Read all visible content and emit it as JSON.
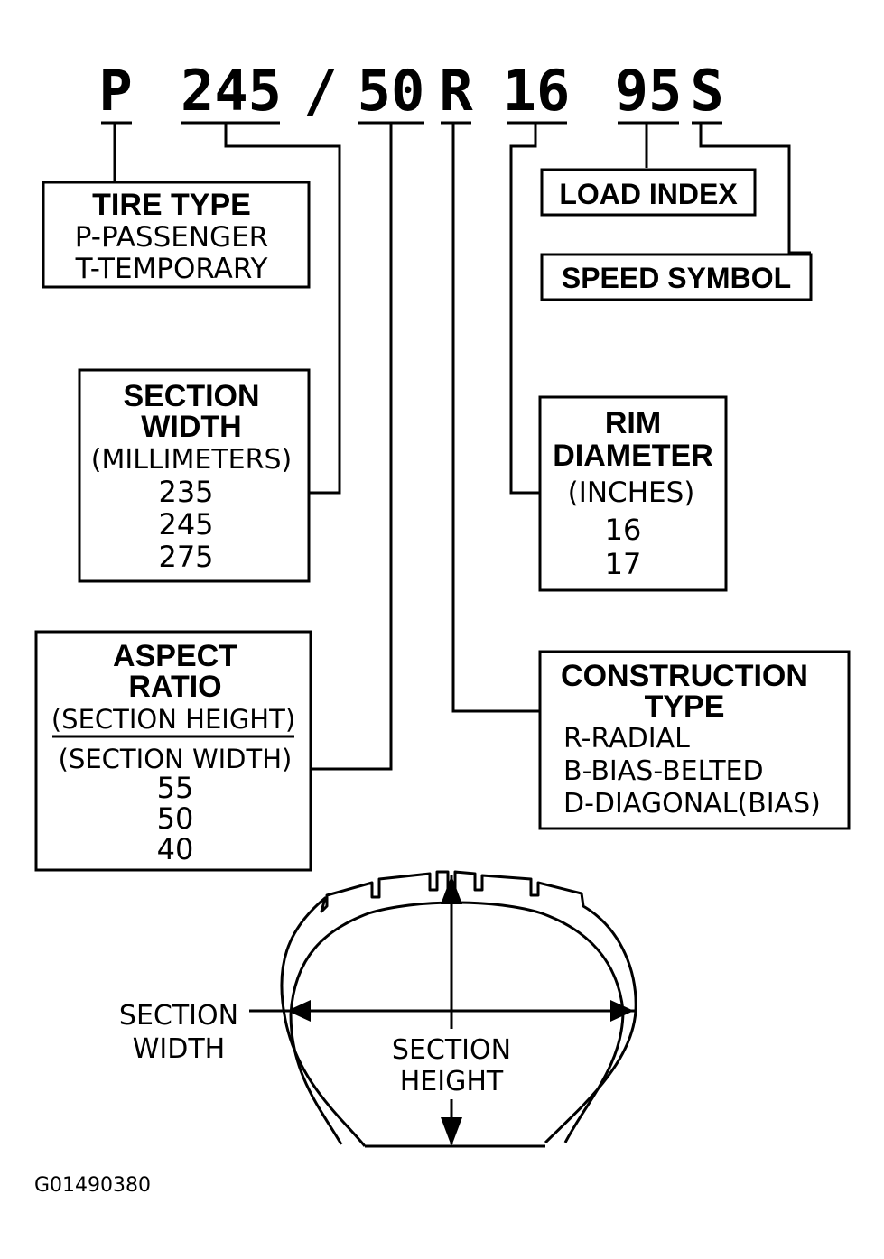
{
  "code": {
    "type": "P",
    "width": "245",
    "slash": "/",
    "aspect": "50",
    "construction": "R",
    "rim": "16",
    "load": "95",
    "speed": "S"
  },
  "tire_type": {
    "title": "TIRE TYPE",
    "lines": [
      "P-PASSENGER",
      "T-TEMPORARY"
    ]
  },
  "section_width": {
    "title": [
      "SECTION",
      "WIDTH"
    ],
    "unit": "(MILLIMETERS)",
    "values": [
      "235",
      "245",
      "275"
    ]
  },
  "aspect_ratio": {
    "title": [
      "ASPECT",
      "RATIO"
    ],
    "numerator": "(SECTION HEIGHT)",
    "denominator": "(SECTION WIDTH)",
    "values": [
      "55",
      "50",
      "40"
    ]
  },
  "load_index": {
    "title": "LOAD INDEX"
  },
  "speed_symbol": {
    "title": "SPEED SYMBOL"
  },
  "rim_diameter": {
    "title": [
      "RIM",
      "DIAMETER"
    ],
    "unit": "(INCHES)",
    "values": [
      "16",
      "17"
    ]
  },
  "construction_type": {
    "title": [
      "CONSTRUCTION",
      "TYPE"
    ],
    "lines": [
      "R-RADIAL",
      "B-BIAS-BELTED",
      "D-DIAGONAL(BIAS)"
    ]
  },
  "cross_section": {
    "width_label": [
      "SECTION",
      "WIDTH"
    ],
    "height_label": [
      "SECTION",
      "HEIGHT"
    ]
  },
  "figure_id": "G01490380"
}
